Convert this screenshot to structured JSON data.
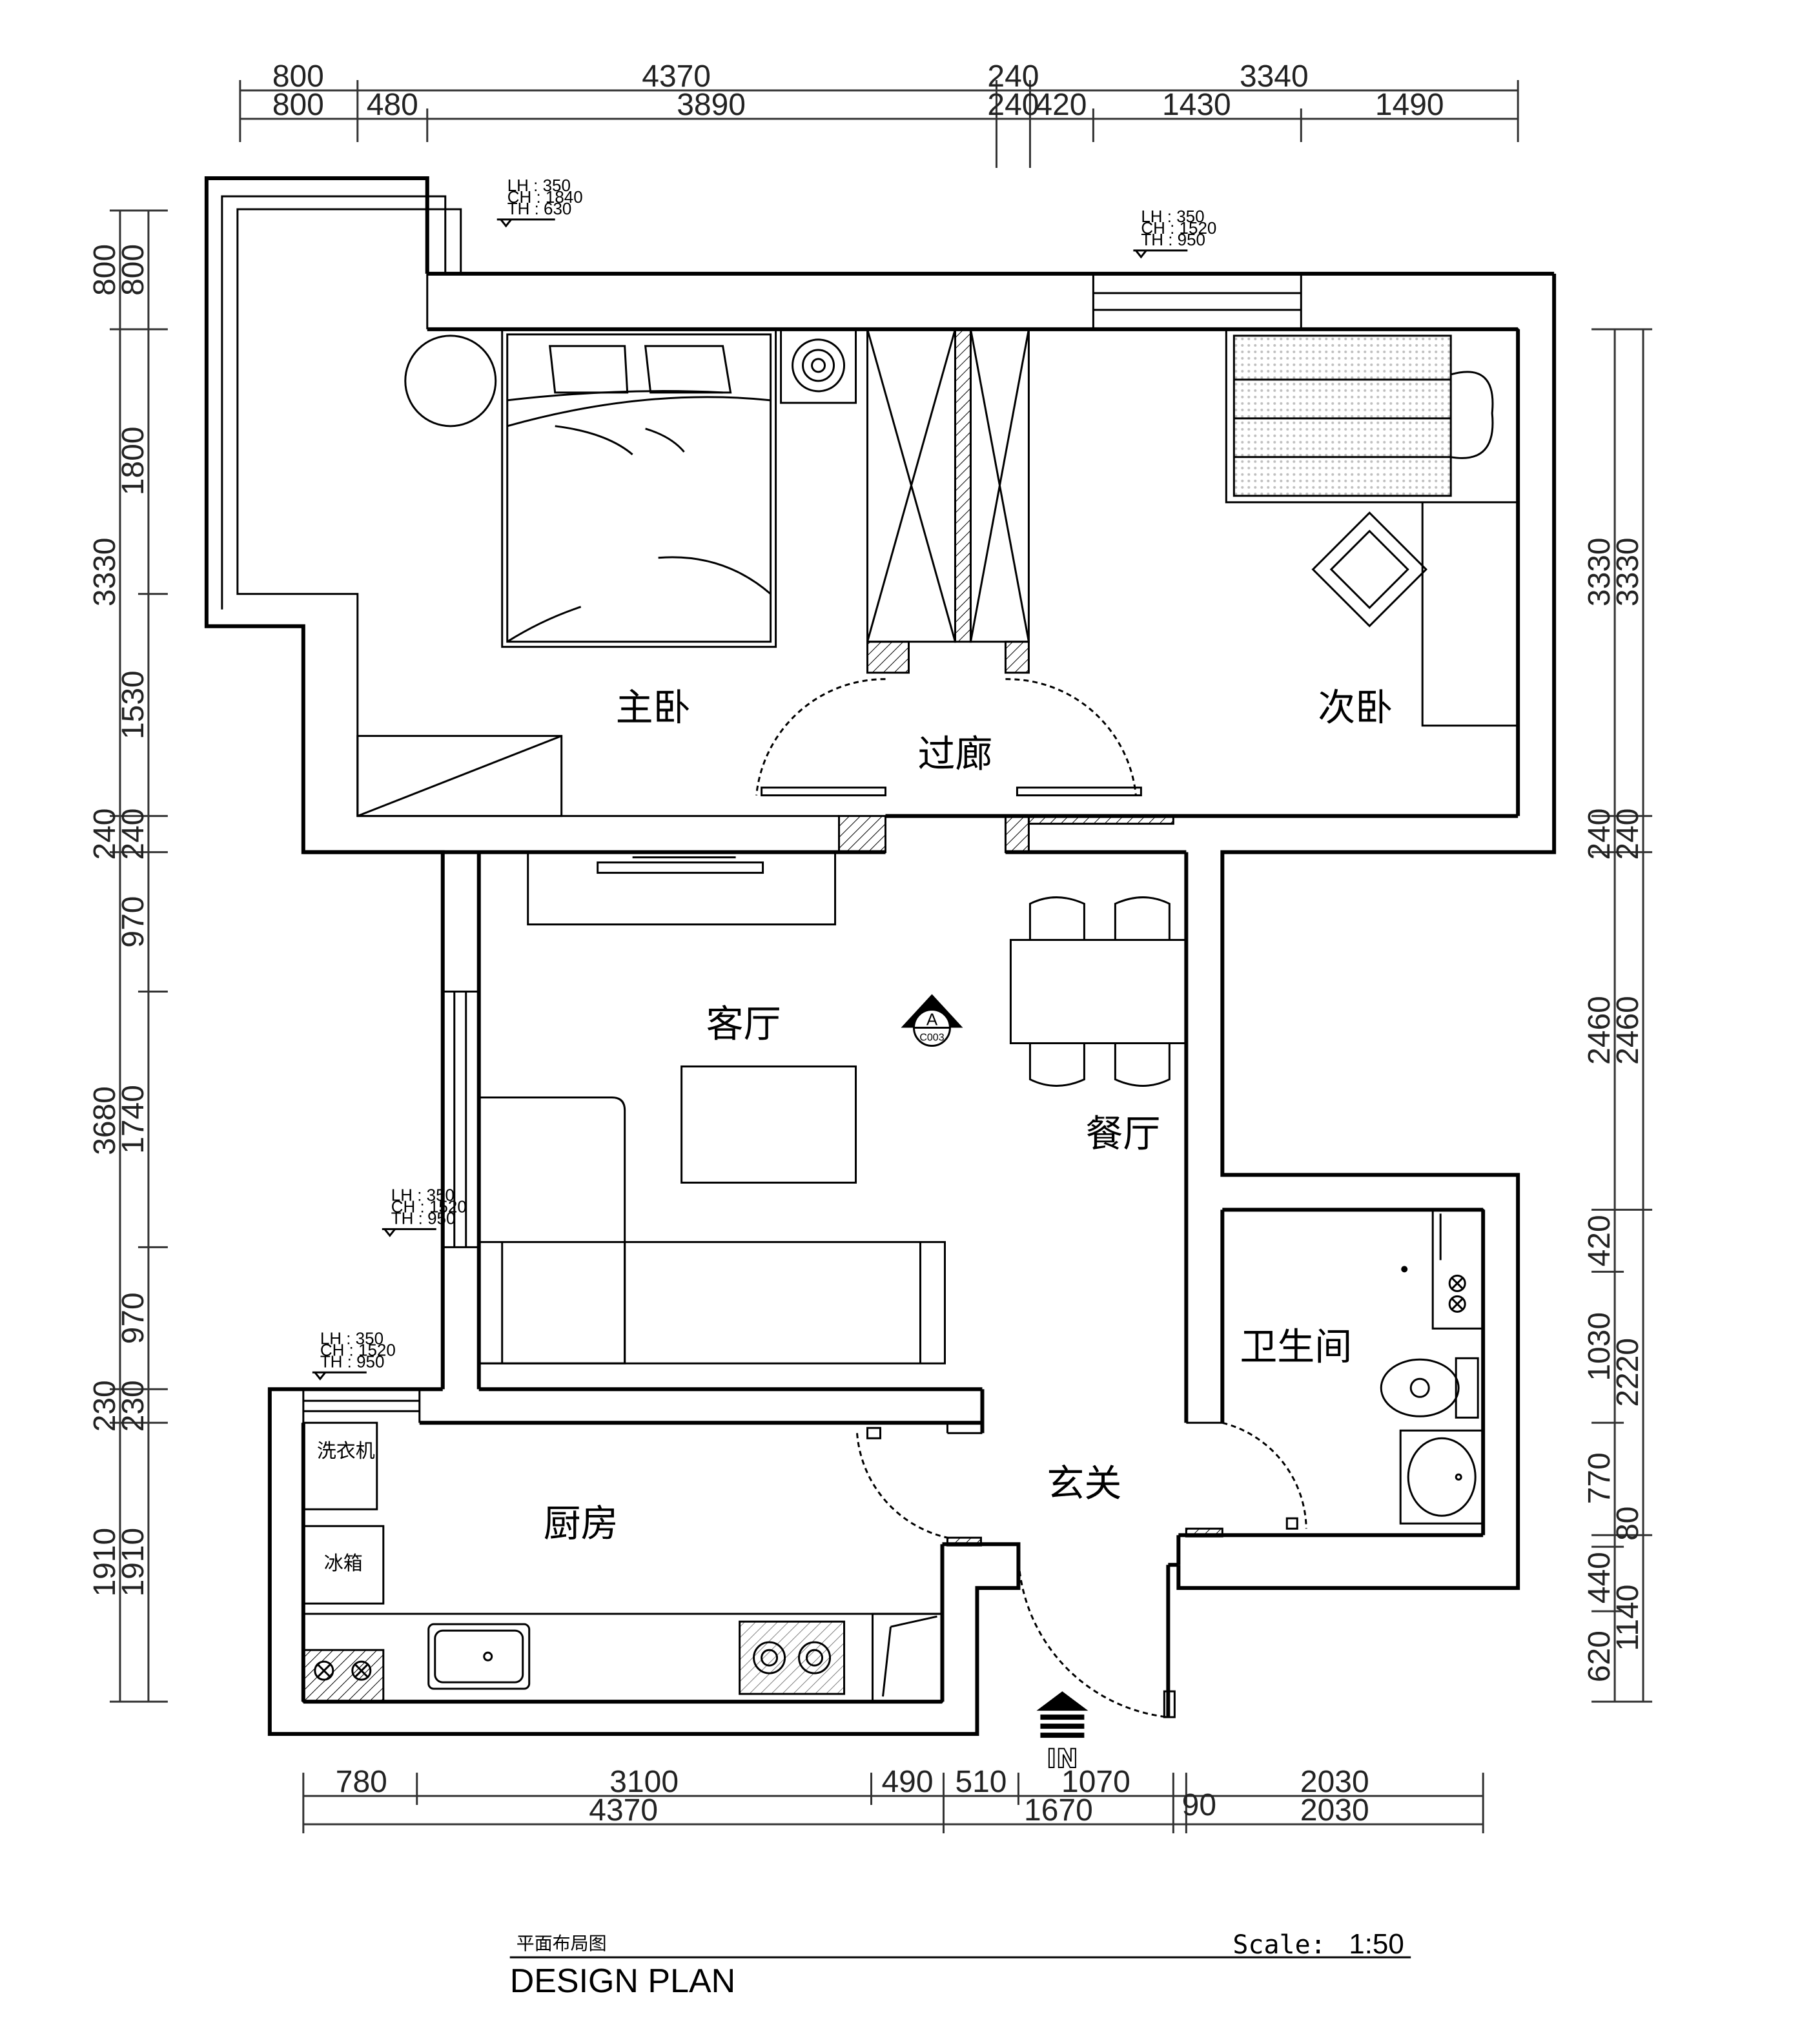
{
  "dimensions": {
    "top_row1": [
      "800",
      "4370",
      "240",
      "3340"
    ],
    "top_row2": [
      "800",
      "480",
      "3890",
      "240",
      "420",
      "1430",
      "1490"
    ],
    "left_outer": [
      "800",
      "3330",
      "240",
      "3680",
      "230",
      "1910"
    ],
    "left_inner": [
      "800",
      "1800",
      "1530",
      "240",
      "970",
      "1740",
      "970",
      "230",
      "1910"
    ],
    "right_outer": [
      "3330",
      "240",
      "2460",
      "2220",
      "1140"
    ],
    "right_inner": [
      "3330",
      "240",
      "2460",
      "420",
      "1030",
      "770",
      "80",
      "440",
      "620"
    ],
    "bottom_row1": [
      "780",
      "3100",
      "490",
      "510",
      "1070",
      "2030"
    ],
    "bottom_row2": [
      "4370",
      "1670",
      "90",
      "2030"
    ]
  },
  "rooms": {
    "master_bedroom": "主卧",
    "second_bedroom": "次卧",
    "corridor": "过廊",
    "living_room": "客厅",
    "dining_room": "餐厅",
    "bathroom": "卫生间",
    "entrance": "玄关",
    "kitchen": "厨房"
  },
  "appliances": {
    "washing_machine": "洗衣机",
    "fridge": "冰箱"
  },
  "window_tags": [
    {
      "lh": "LH : 350",
      "ch": "CH : 1840",
      "th": "TH : 630"
    },
    {
      "lh": "LH : 350",
      "ch": "CH : 1520",
      "th": "TH : 950"
    },
    {
      "lh": "LH : 350",
      "ch": "CH : 1520",
      "th": "TH : 950"
    },
    {
      "lh": "LH : 350",
      "ch": "CH : 1520",
      "th": "TH : 950"
    }
  ],
  "section_marker": {
    "letter": "A",
    "ref": "C003"
  },
  "entry_label": "IN",
  "title": {
    "chinese": "平面布局图",
    "english": "DESIGN PLAN",
    "scale_label": "Scale:",
    "scale_value": "1:50"
  }
}
